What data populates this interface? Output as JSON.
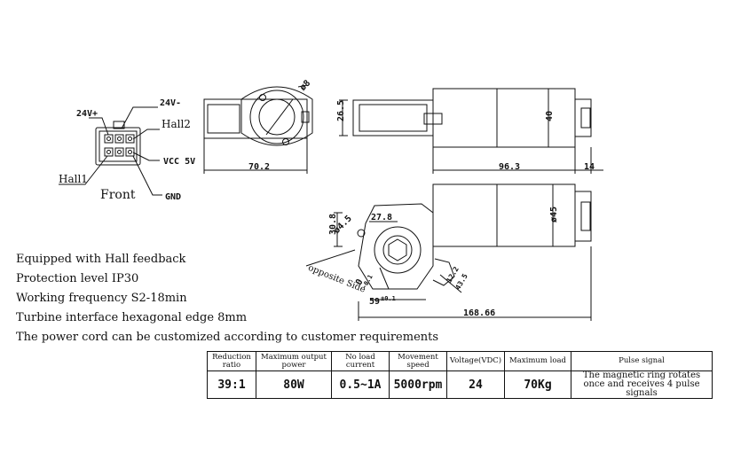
{
  "connector": {
    "pins": [
      "24V+",
      "24V-",
      "Hall2",
      "VCC 5V",
      "GND",
      "Hall1"
    ],
    "view_label": "Front"
  },
  "dimensions": {
    "end_view_width": "70.2",
    "end_view_diameter_mark": "ø8",
    "side_height": "26.5",
    "side_length": "96.3",
    "side_diameter": "40",
    "shaft_length": "14",
    "bottom_height": "30.8",
    "bottom_hole": "ø4.5",
    "bottom_offset": "27.8",
    "bottom_diameter": "ø45",
    "bottom_total": "168.66",
    "tol_a": "0",
    "tol_a_small": "-0.1",
    "tol_b": "59",
    "tol_b_small": "±0.1",
    "tol_c": "12.2",
    "tol_d": "43.5",
    "opposite_side_label": "opposite Side"
  },
  "features": [
    "Equipped with Hall feedback",
    "Protection level IP30",
    "Working frequency S2-18min",
    "Turbine interface hexagonal edge 8mm",
    "The power cord can be customized according to customer requirements"
  ],
  "spec_table": {
    "headers": [
      "Reduction ratio",
      "Maximum output power",
      "No load current",
      "Movement speed",
      "Voltage(VDC)",
      "Maximum load",
      "Pulse signal"
    ],
    "values": [
      "39:1",
      "80W",
      "0.5~1A",
      "5000rpm",
      "24",
      "70Kg",
      "The magnetic ring rotates once and receives 4 pulse signals"
    ]
  }
}
